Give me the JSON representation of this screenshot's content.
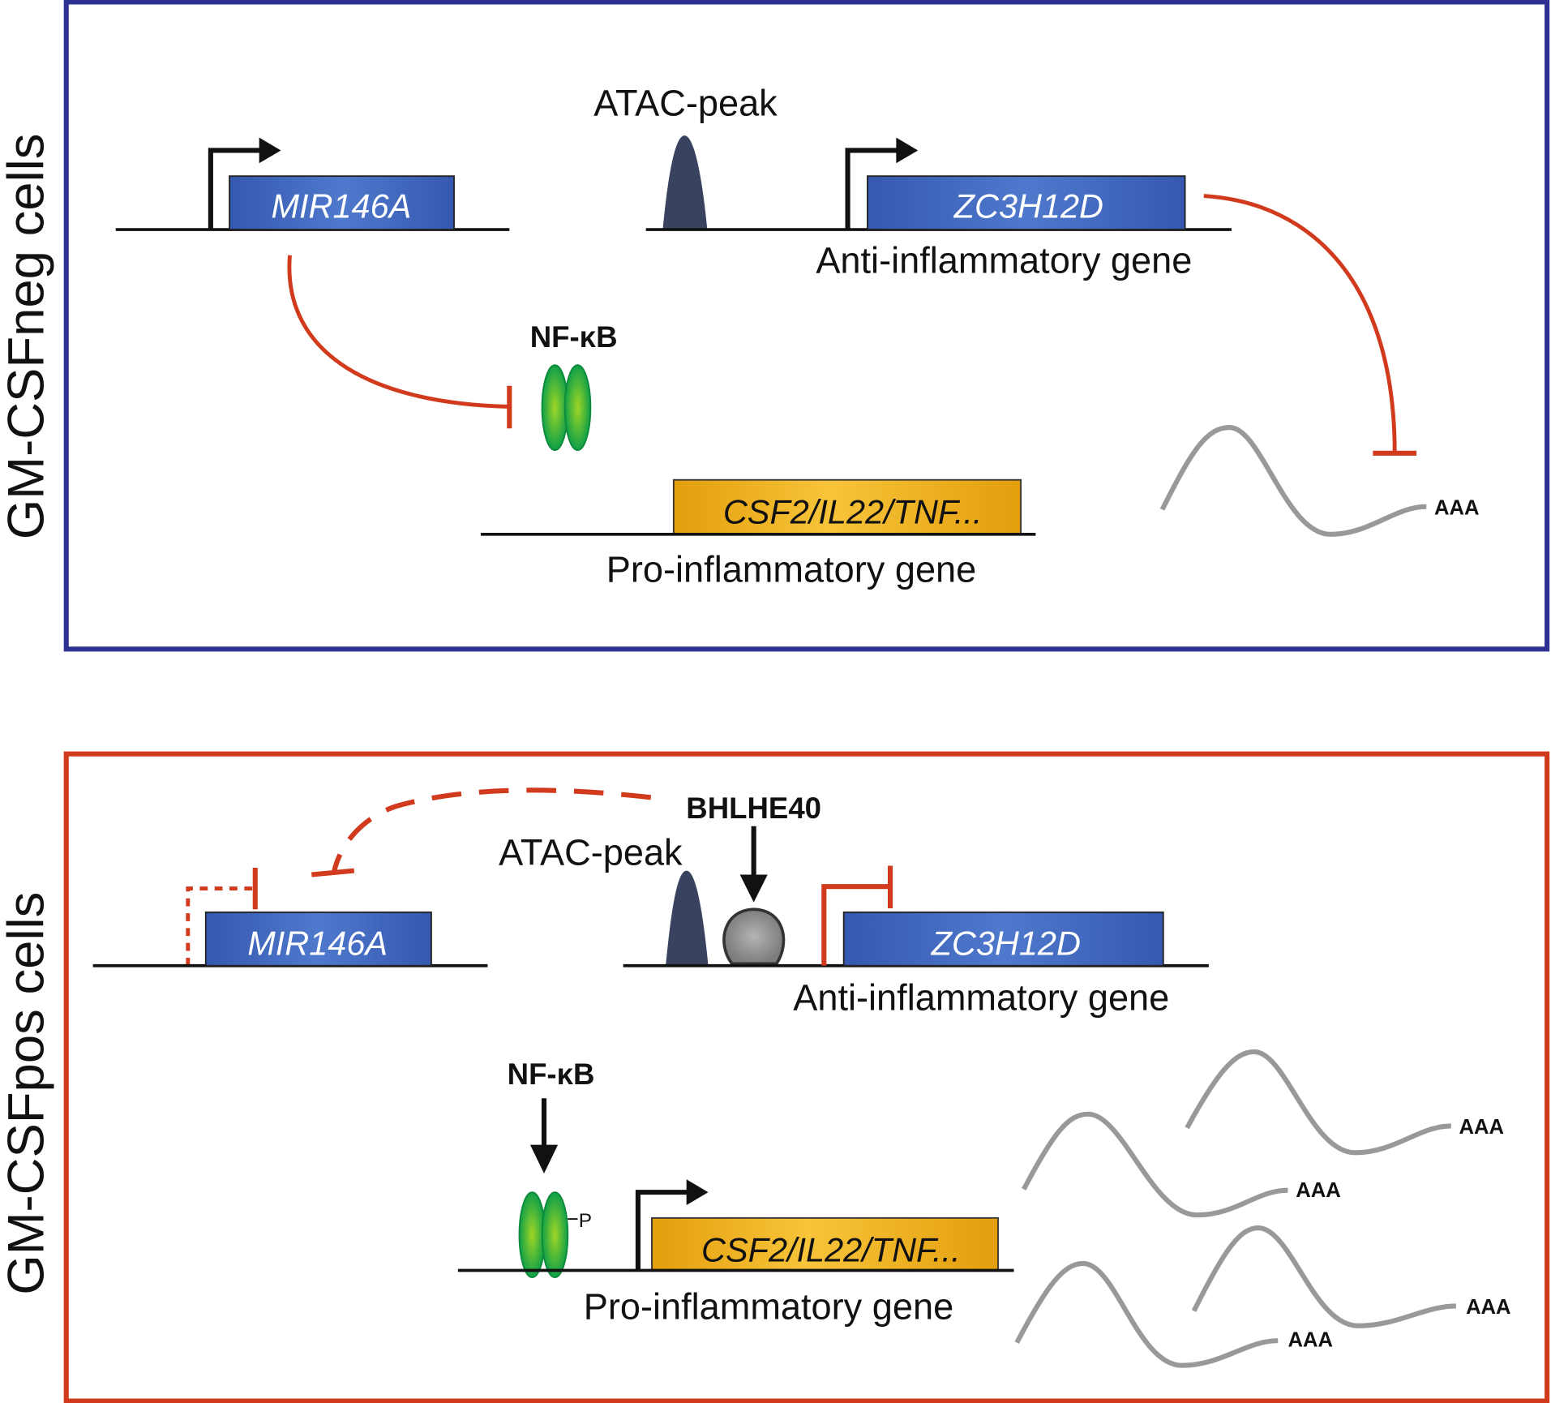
{
  "colors": {
    "top_border": "#2e3192",
    "bottom_border": "#d13a1c",
    "inhibition": "#d13a1c",
    "gene_box_blue": "#3e5fb5",
    "gene_box_orange": "#e8a812",
    "atac_peak": "#39435f",
    "nfkb": "#17a84a",
    "mrna": "#999999"
  },
  "top": {
    "side_label": "GM-CSFneg cells",
    "mir_gene": "MIR146A",
    "atac_label": "ATAC-peak",
    "anti_gene": "ZC3H12D",
    "anti_label": "Anti-inflammatory gene",
    "nfkb_label": "NF-κB",
    "pro_gene": "CSF2/IL22/TNF...",
    "pro_label": "Pro-inflammatory gene",
    "polyA": "AAA"
  },
  "bottom": {
    "side_label": "GM-CSFpos cells",
    "mir_gene": "MIR146A",
    "atac_label": "ATAC-peak",
    "bhlhe40_label": "BHLHE40",
    "anti_gene": "ZC3H12D",
    "anti_label": "Anti-inflammatory gene",
    "nfkb_label": "NF-κB",
    "phospho_label": "P",
    "pro_gene": "CSF2/IL22/TNF...",
    "pro_label": "Pro-inflammatory gene",
    "polyA": [
      "AAA",
      "AAA",
      "AAA",
      "AAA"
    ]
  }
}
